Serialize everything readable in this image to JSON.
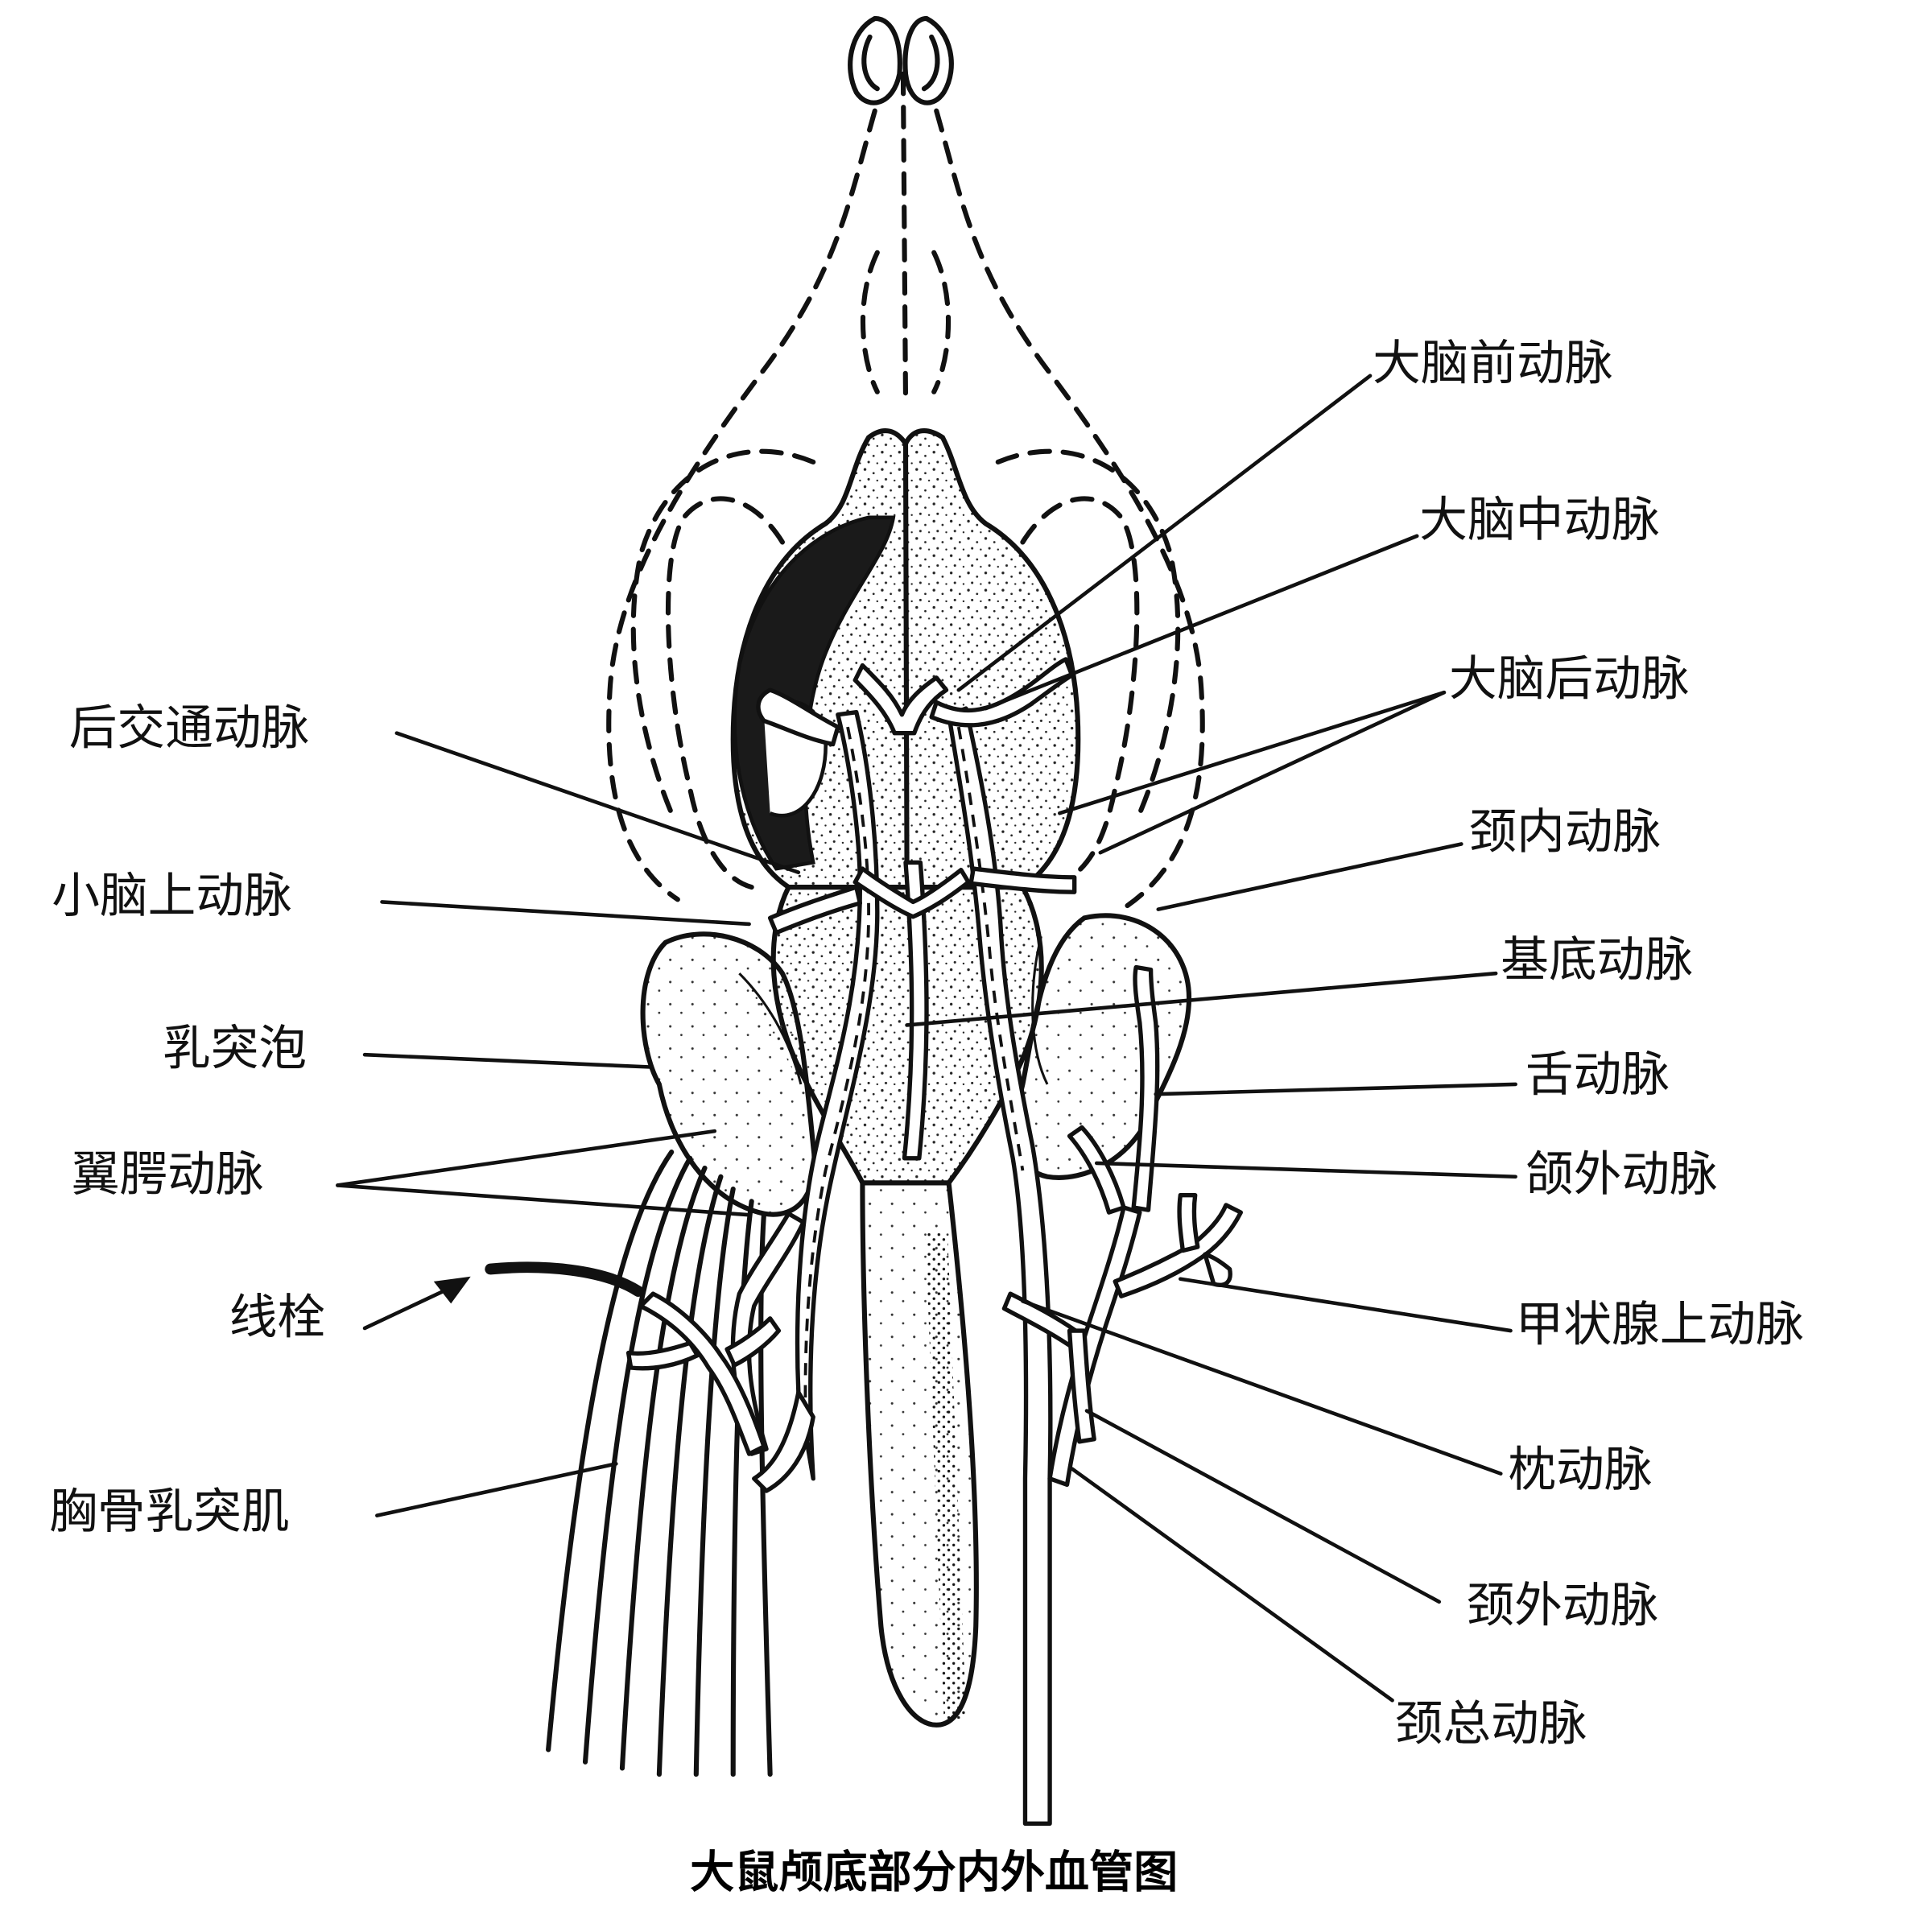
{
  "caption": "大鼠颅底部分内外血管图",
  "labels": {
    "left": {
      "posterior_communicating": "后交通动脉",
      "superior_cerebellar": "小脑上动脉",
      "tympanic_bulla": "乳突泡",
      "pterygopalatine": "翼腭动脉",
      "embolus_thread": "线栓",
      "sternomastoid": "胸骨乳突肌"
    },
    "right": {
      "anterior_cerebral": "大脑前动脉",
      "middle_cerebral": "大脑中动脉",
      "posterior_cerebral": "大脑后动脉",
      "internal_carotid": "颈内动脉",
      "basilar": "基底动脉",
      "lingual": "舌动脉",
      "external_maxillary": "颌外动脉",
      "superior_thyroid": "甲状腺上动脉",
      "occipital": "枕动脉",
      "external_carotid": "颈外动脉",
      "common_carotid": "颈总动脉"
    }
  }
}
